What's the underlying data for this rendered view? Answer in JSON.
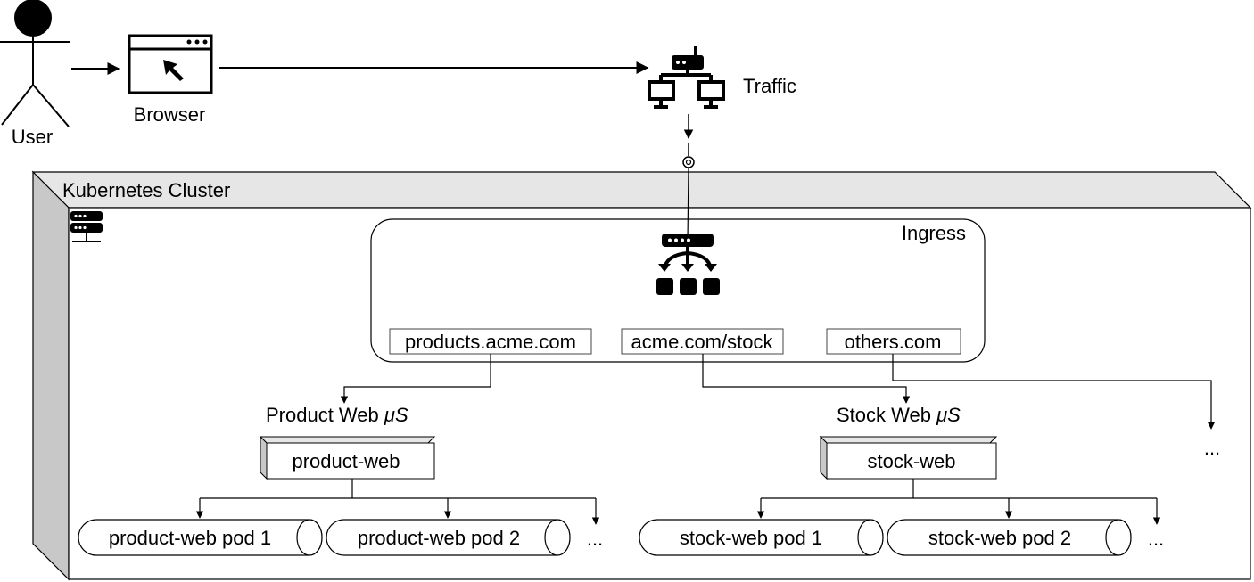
{
  "actors": {
    "user": "User",
    "browser": "Browser",
    "traffic": "Traffic"
  },
  "cluster": {
    "title": "Kubernetes Cluster"
  },
  "ingress": {
    "title": "Ingress",
    "rules": [
      "products.acme.com",
      "acme.com/stock",
      "others.com"
    ]
  },
  "services": [
    {
      "label": "Product Web",
      "label_suffix": "μS",
      "deployment": "product-web",
      "pods": [
        "product-web pod 1",
        "product-web pod 2"
      ],
      "more": "..."
    },
    {
      "label": "Stock Web",
      "label_suffix": "μS",
      "deployment": "stock-web",
      "pods": [
        "stock-web pod 1",
        "stock-web pod 2"
      ],
      "more": "..."
    }
  ],
  "others_more": "..."
}
